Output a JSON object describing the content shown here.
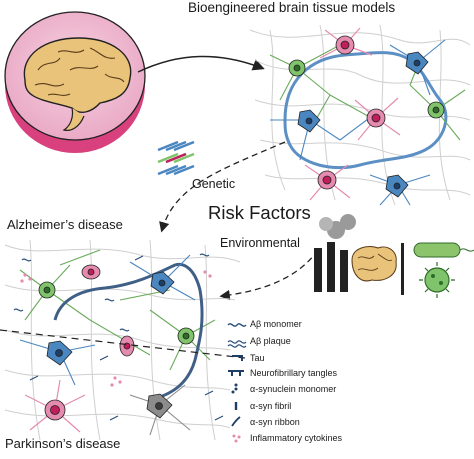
{
  "labels": {
    "top_title": "Bioengineered brain tissue models",
    "genetic": "Genetic",
    "risk_factors": "Risk Factors",
    "alzheimers": "Alzheimer’s disease",
    "environmental": "Environmental",
    "parkinsons": "Parkinson’s disease"
  },
  "legend": [
    {
      "label": "Aβ monomer",
      "icon": "abeta-monomer-icon"
    },
    {
      "label": "Aβ plaque",
      "icon": "abeta-plaque-icon"
    },
    {
      "label": "Tau",
      "icon": "tau-icon"
    },
    {
      "label": "Neurofibrillary tangles",
      "icon": "neurofibrillary-tangle-icon"
    },
    {
      "label": "α-synuclein monomer",
      "icon": "synuclein-monomer-icon"
    },
    {
      "label": "α-syn fibril",
      "icon": "syn-fibril-icon"
    },
    {
      "label": "α-syn ribbon",
      "icon": "syn-ribbon-icon"
    },
    {
      "label": "Inflammatory cytokines",
      "icon": "cytokine-icon"
    }
  ],
  "colors": {
    "dish": "#d9417e",
    "brain": "#e9c37a",
    "astrocyte": "#e58bb0",
    "neuron_blue": "#4a86c0",
    "microglia_green": "#7fc46a",
    "vessel": "#5c8fc4",
    "disease_neuron": "#8c8c8c"
  }
}
